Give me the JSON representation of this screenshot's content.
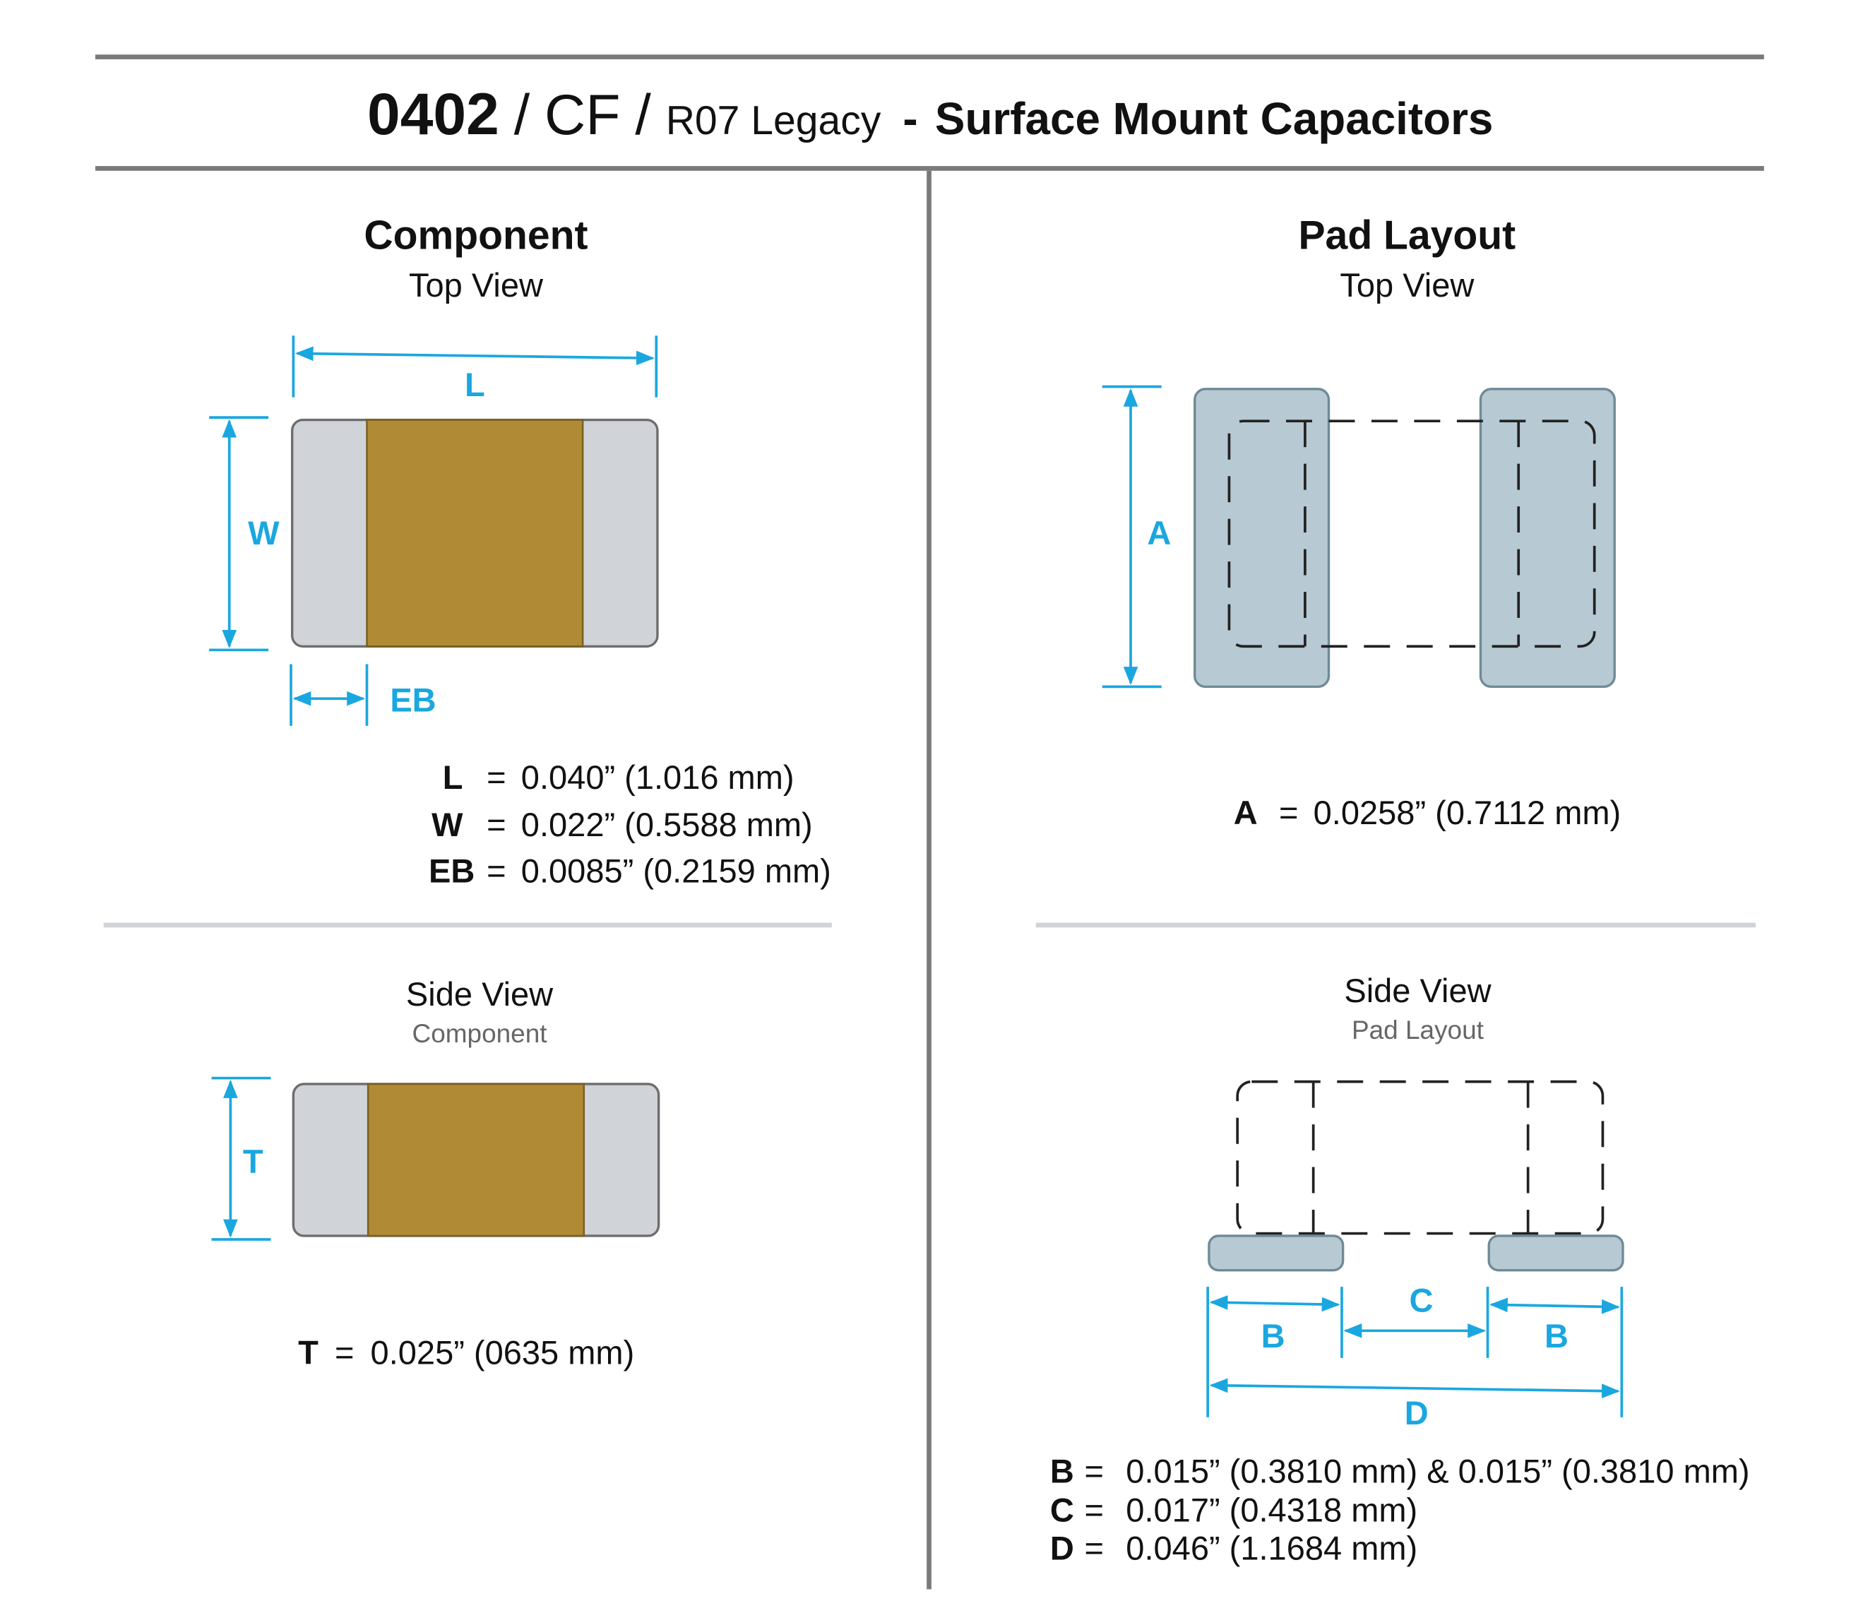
{
  "title": {
    "size": "0402",
    "sep1": "/",
    "code": "CF",
    "sep2": "/",
    "legacy": "R07 Legacy",
    "dash": "-",
    "description": "Surface Mount Capacitors"
  },
  "component_top": {
    "heading": "Component",
    "subheading": "Top View",
    "labels": {
      "L": "L",
      "W": "W",
      "EB": "EB"
    },
    "specs": [
      {
        "key": "L",
        "eq": "=",
        "value": "0.040” (1.016 mm)"
      },
      {
        "key": "W",
        "eq": "=",
        "value": "0.022” (0.5588 mm)"
      },
      {
        "key": "EB",
        "eq": "=",
        "value": "0.0085” (0.2159 mm)"
      }
    ]
  },
  "pad_top": {
    "heading": "Pad Layout",
    "subheading": "Top View",
    "labels": {
      "A": "A"
    },
    "specs": [
      {
        "key": "A",
        "eq": "=",
        "value": "0.0258” (0.7112 mm)"
      }
    ]
  },
  "component_side": {
    "heading": "Side View",
    "subheading": "Component",
    "labels": {
      "T": "T"
    },
    "specs": [
      {
        "key": "T",
        "eq": "=",
        "value": "0.025” (0635 mm)"
      }
    ]
  },
  "pad_side": {
    "heading": "Side View",
    "subheading": "Pad Layout",
    "labels": {
      "B": "B",
      "C": "C",
      "D": "D"
    },
    "specs": [
      {
        "key": "B",
        "eq": "=",
        "value": "0.015” (0.3810 mm) & 0.015” (0.3810 mm)"
      },
      {
        "key": "C",
        "eq": "=",
        "value": "0.017” (0.4318 mm)"
      },
      {
        "key": "D",
        "eq": "=",
        "value": "0.046” (1.1684 mm)"
      }
    ]
  },
  "colors": {
    "dimension": "#1aa7e0",
    "body": "#b08a35",
    "terminal": "#d0d4d8",
    "pad": "#b7c9d3",
    "rule": "#7a7a7a"
  }
}
